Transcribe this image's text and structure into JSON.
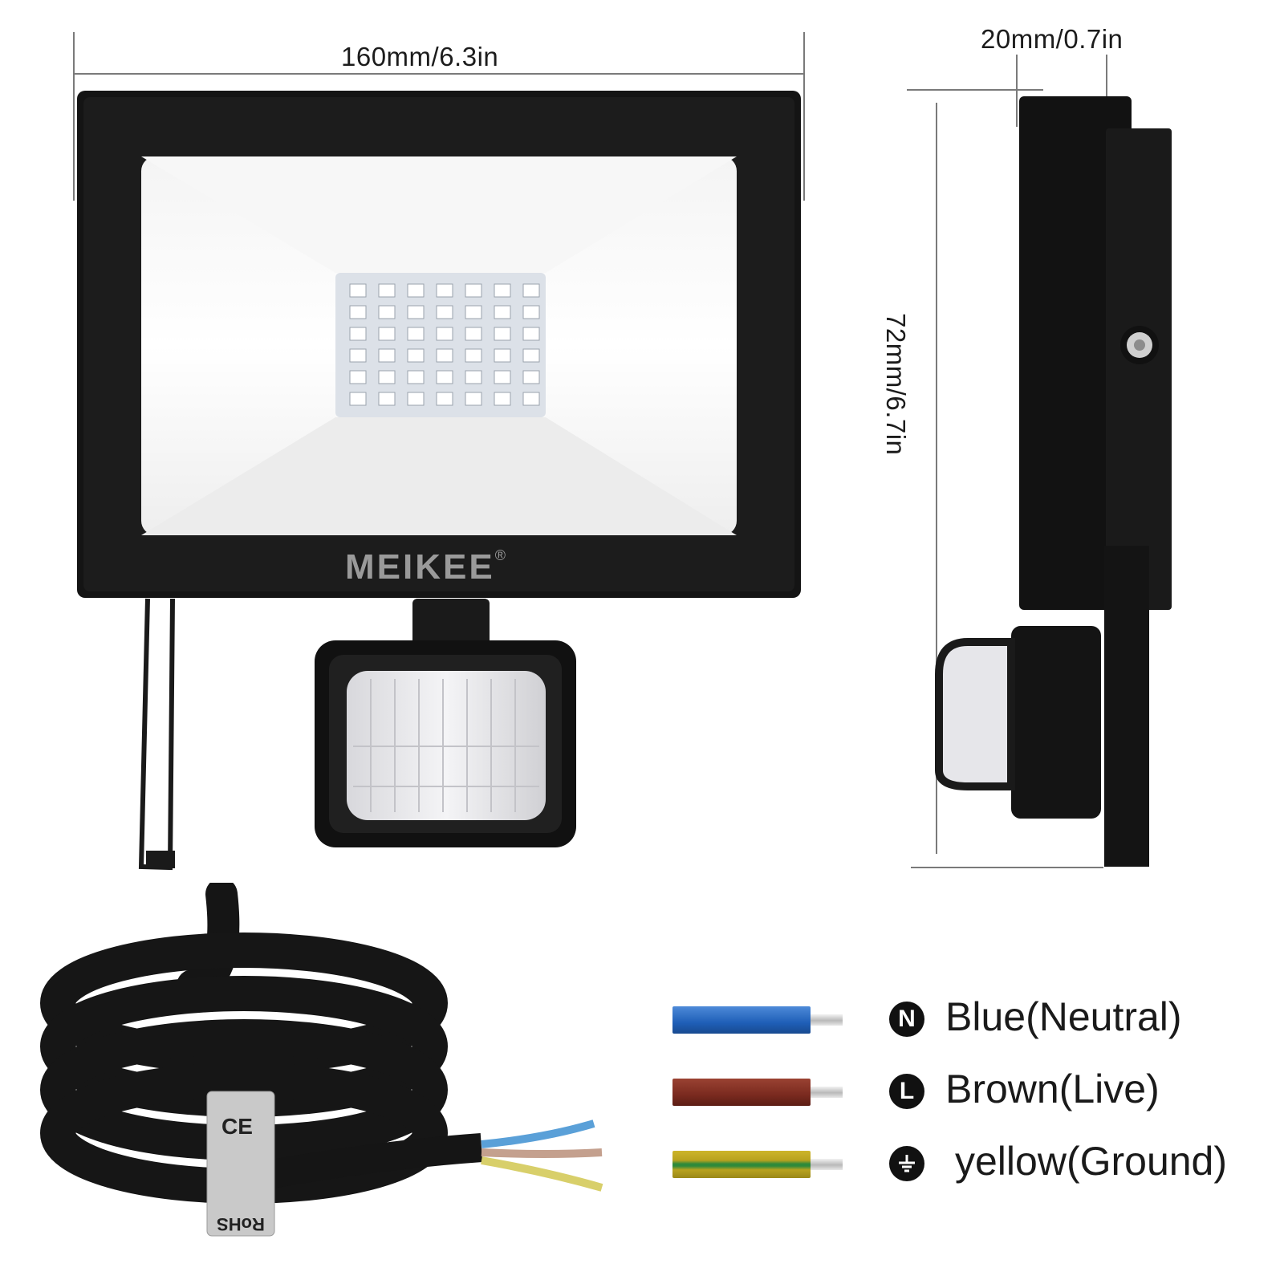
{
  "dimensions": {
    "width": "160mm/6.3in",
    "depth": "20mm/0.7in",
    "height": "72mm/6.7in"
  },
  "brand": {
    "name": "MEIKEE",
    "registered_mark": "®"
  },
  "cable_tag": {
    "ce_mark": "CE",
    "rohs": "RoHS"
  },
  "wires": [
    {
      "symbol": "N",
      "label": "Blue(Neutral)",
      "color": "#1f5fb8"
    },
    {
      "symbol": "L",
      "label": "Brown(Live)",
      "color": "#7a2a1f"
    },
    {
      "symbol": "ground-icon",
      "label": "yellow(Ground)",
      "color": "#b8a21e",
      "stripe": "#2f8a3a"
    }
  ]
}
